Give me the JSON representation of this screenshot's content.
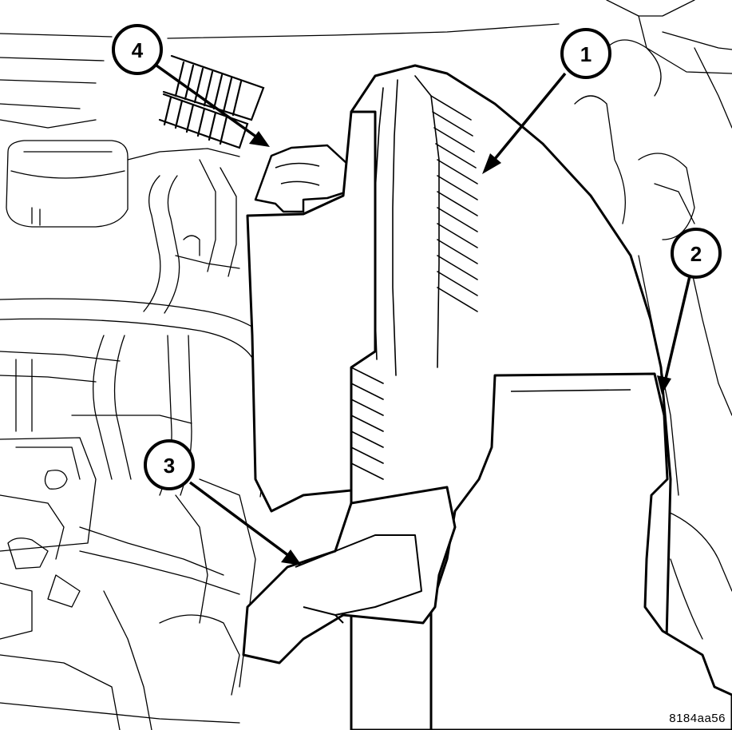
{
  "figure": {
    "id": "8184aa56",
    "line_color": "#000000",
    "fill_color": "#ffffff"
  },
  "callouts": [
    {
      "number": "1"
    },
    {
      "number": "2"
    },
    {
      "number": "3"
    },
    {
      "number": "4"
    }
  ]
}
